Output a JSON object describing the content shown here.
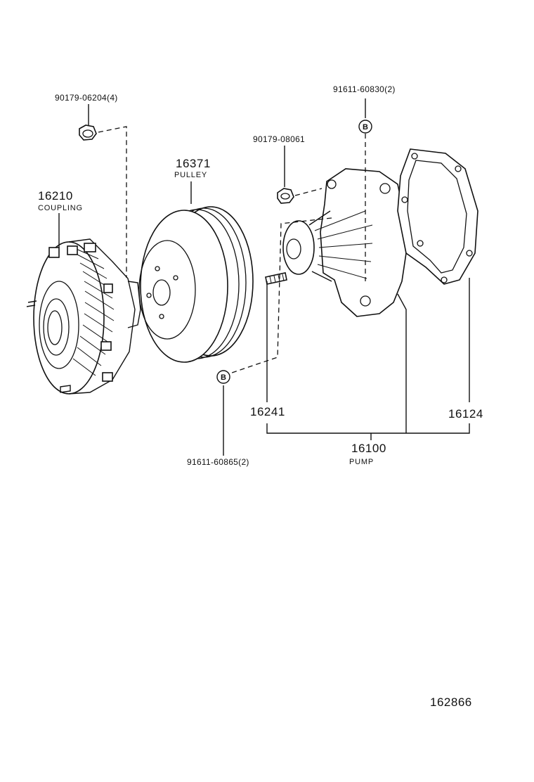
{
  "labels": {
    "bolt_coupling": "90179-06204(4)",
    "bolt_pump_top": "91611-60830(2)",
    "nut_pump": "90179-08061",
    "pulley_number": "16371",
    "pulley_word": "PULLEY",
    "coupling_number": "16210",
    "coupling_word": "COUPLING",
    "stud_number": "16241",
    "gasket_number": "16124",
    "pump_number": "16100",
    "pump_word": "PUMP",
    "bolt_pump_bottom": "91611-60865(2)",
    "marker_top": "B",
    "marker_bottom": "B",
    "figure_number": "162866"
  },
  "colors": {
    "ink": "#111111",
    "background": "#ffffff"
  }
}
